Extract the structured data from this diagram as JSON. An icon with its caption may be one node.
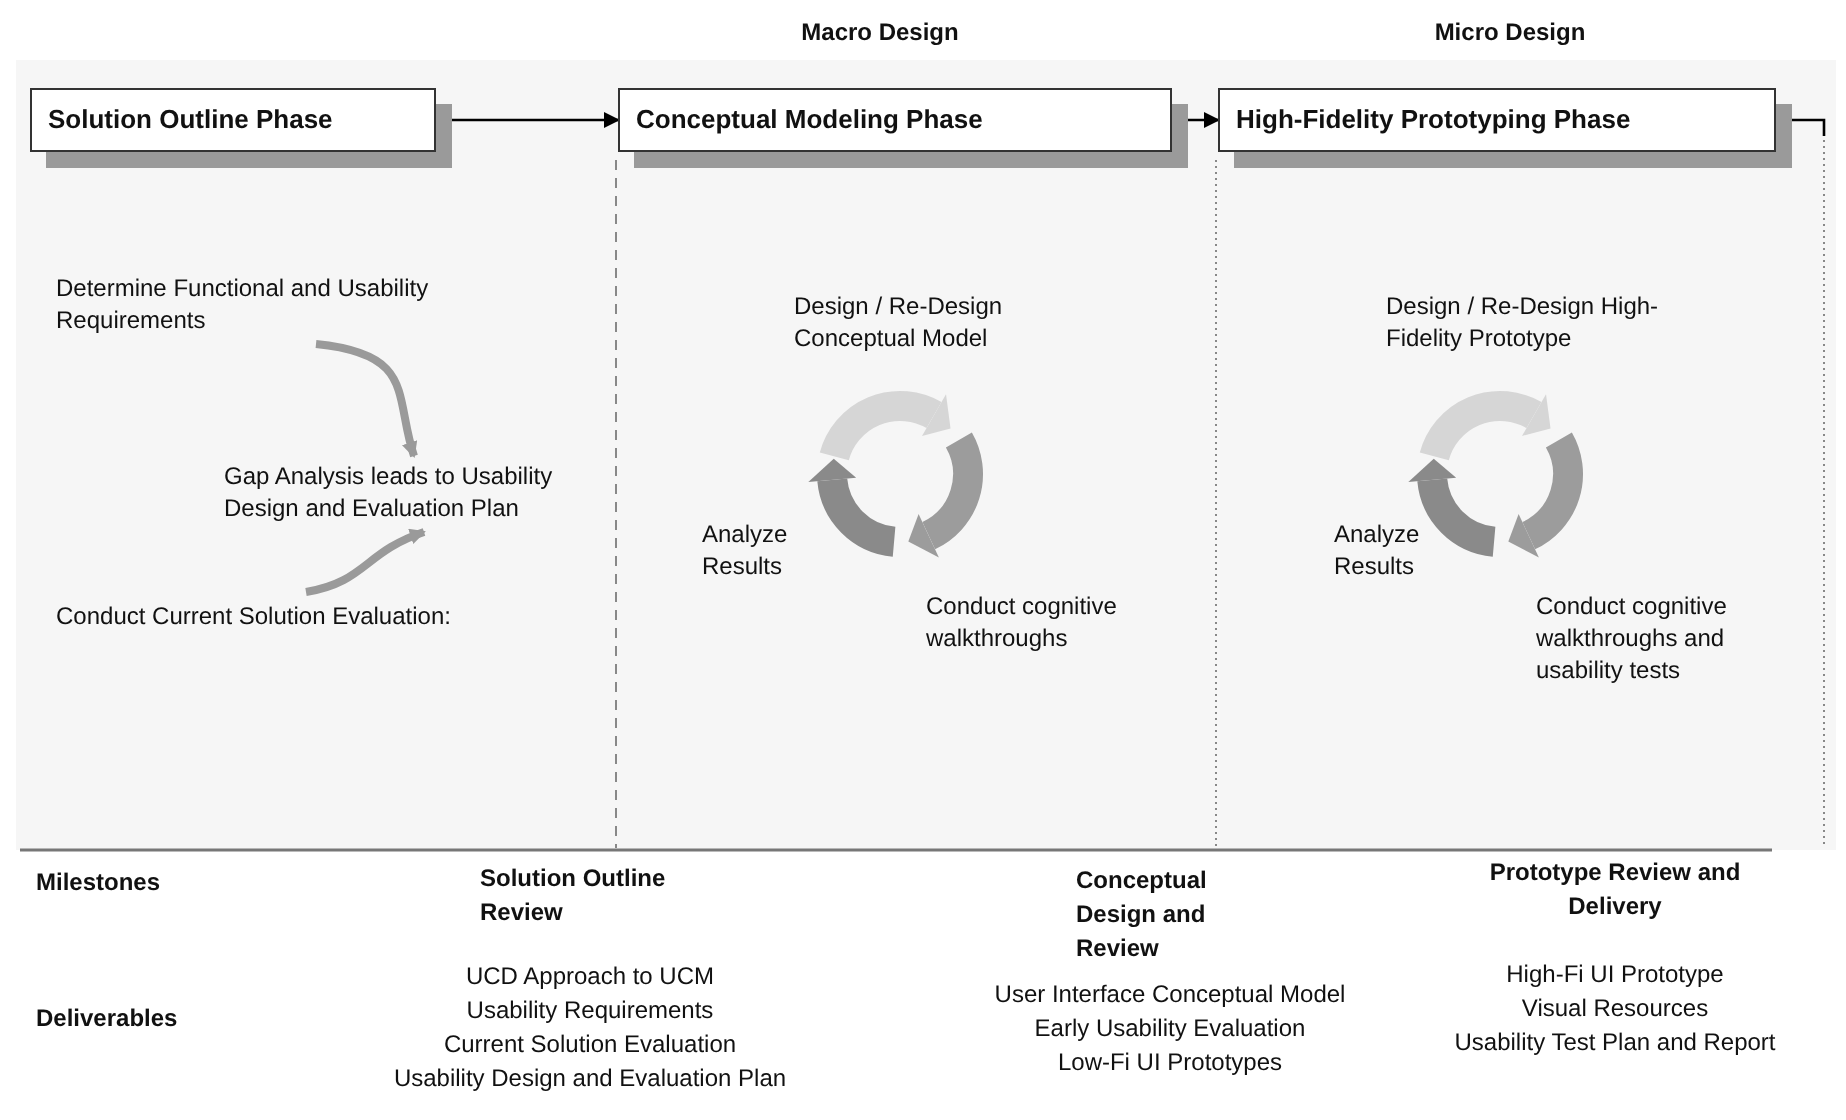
{
  "diagram": {
    "nodes": [
      {
        "text": [
          "Solution Outline Phase"
        ]
      },
      {
        "text": [
          "Conceptual Modeling Phase"
        ]
      },
      {
        "text": [
          "High-Fidelity Prototyping Phase"
        ]
      },
      {
        "text": [
          "Determine Functional and Usability Requirements"
        ]
      },
      {
        "text": [
          "Gap Analysis leads to Usability Design and Evaluation Plan"
        ]
      },
      {
        "text": [
          "Conduct Current Solution Evaluation:"
        ]
      }
    ],
    "edges": [
      {
        "from": 0,
        "to": 1,
        "arrow": "to"
      },
      {
        "from": 1,
        "to": 2,
        "arrow": "to"
      },
      {
        "from": 2,
        "to": null,
        "arrow": "none"
      },
      {
        "from": 3,
        "to": 4,
        "arrow": "to",
        "style": "thick",
        "color": "#9a9a9a"
      },
      {
        "from": 5,
        "to": 4,
        "arrow": "to",
        "style": "thick",
        "color": "#9a9a9a"
      }
    ],
    "labels": [
      "Macro Design",
      "Micro Design",
      "Design / Re-Design Conceptual Model",
      "Analyze Results",
      "Conduct cognitive walkthroughs",
      "Design / Re-Design High-Fidelity Prototype",
      "Analyze Results",
      "Conduct cognitive walkthroughs and usability tests",
      "Milestones",
      "Solution Outline Review",
      "Conceptual Design and Review",
      "Prototype Review and Delivery",
      "Deliverables",
      "UCD Approach to UCM",
      "Usability Requirements",
      "Current Solution Evaluation",
      "Usability Design and Evaluation Plan",
      "User Interface Conceptual Model",
      "Early Usability Evaluation",
      "Low-Fi UI Prototypes",
      "High-Fi UI Prototype",
      "Visual Resources",
      "Usability Test Plan and Report"
    ]
  }
}
